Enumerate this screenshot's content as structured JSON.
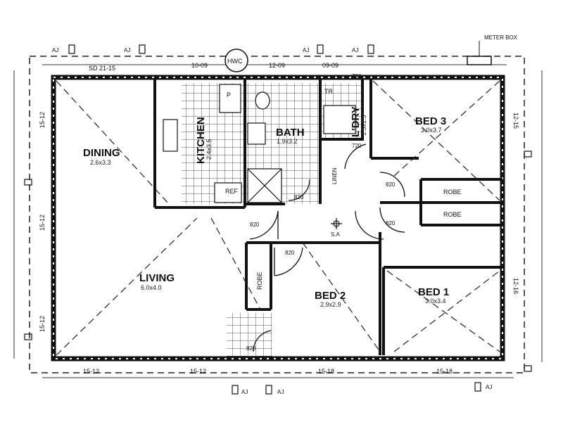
{
  "rooms": {
    "dining": {
      "name": "DINING",
      "size": "2.6x3.3"
    },
    "living": {
      "name": "LIVING",
      "size": "6.0x4.0"
    },
    "kitchen": {
      "name": "KITCHEN",
      "size": "2.4x3.5"
    },
    "bath": {
      "name": "BATH",
      "size": "1.9x3.2"
    },
    "laundry": {
      "name": "L'DRY",
      "size": "1.5x1.5"
    },
    "bed1": {
      "name": "BED 1",
      "size": "3.0x3.4"
    },
    "bed2": {
      "name": "BED 2",
      "size": "2.9x2.9"
    },
    "bed3": {
      "name": "BED 3",
      "size": "3.0x3.7"
    }
  },
  "labels": {
    "robe": "ROBE",
    "linen": "LINEN",
    "ref": "REF",
    "pantry": "P",
    "toilet": "TR",
    "hwc": "HWC",
    "smoke_alarm": "S.A",
    "meter_box": "METER BOX",
    "sd": "SD 21-15",
    "aj": "AJ"
  },
  "doors": {
    "d820": "820",
    "d720": "720"
  },
  "dimensions": {
    "top": [
      "10-09",
      "12-09",
      "09-09"
    ],
    "bottom": [
      "15-12",
      "15-12",
      "15-18",
      "15-18"
    ],
    "left": [
      "15-12",
      "15-12",
      "15-12"
    ],
    "right": [
      "12-15",
      "12-16"
    ]
  }
}
